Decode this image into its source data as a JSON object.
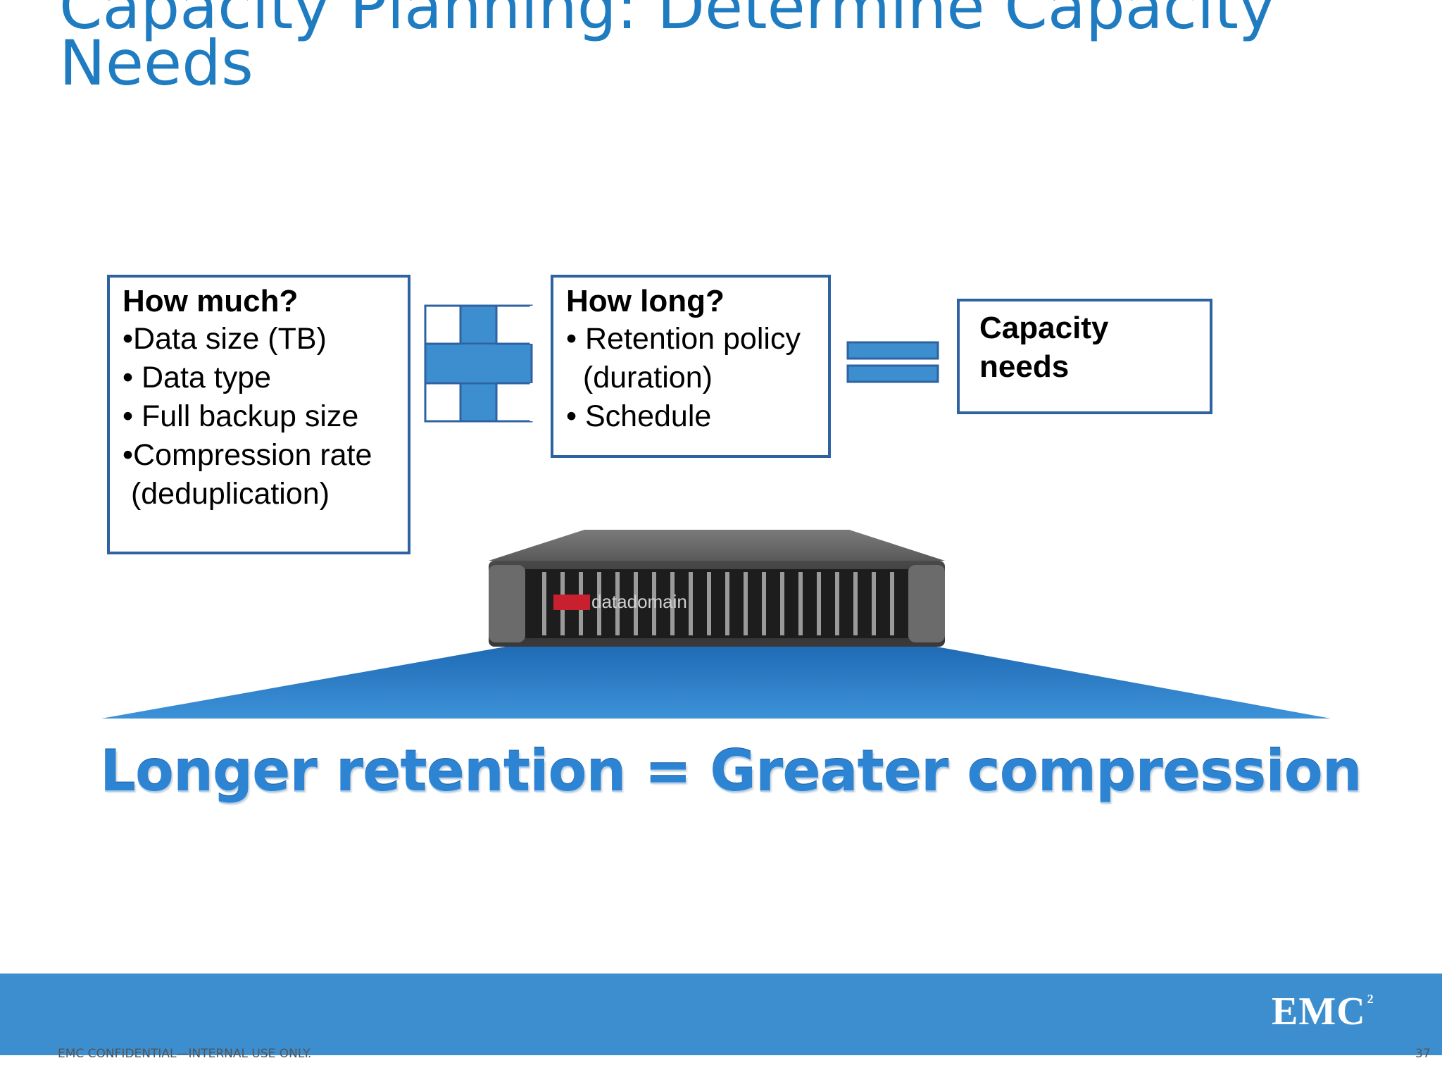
{
  "slide": {
    "title_line1": "Capacity Planning: Determine Capacity",
    "title_line2": "Needs"
  },
  "box_how_much": {
    "heading": "How much?",
    "items": [
      "•Data size (TB)",
      "• Data type",
      "• Full backup size",
      "•Compression rate",
      " (deduplication)"
    ]
  },
  "box_how_long": {
    "heading": "How long?",
    "items": [
      "• Retention policy",
      "  (duration)",
      "• Schedule"
    ]
  },
  "box_capacity": {
    "line1": "Capacity",
    "line2": "needs"
  },
  "server_brand": "datadomain",
  "slogan": "Longer retention = Greater compression",
  "footer": {
    "confidential": "EMC CONFIDENTIAL—INTERNAL USE ONLY.",
    "page_number": "37",
    "logo": "EMC",
    "logo_sup": "2"
  },
  "colors": {
    "title": "#1f7cc1",
    "accent": "#3c8ecf",
    "box_border": "#2e62a0"
  }
}
